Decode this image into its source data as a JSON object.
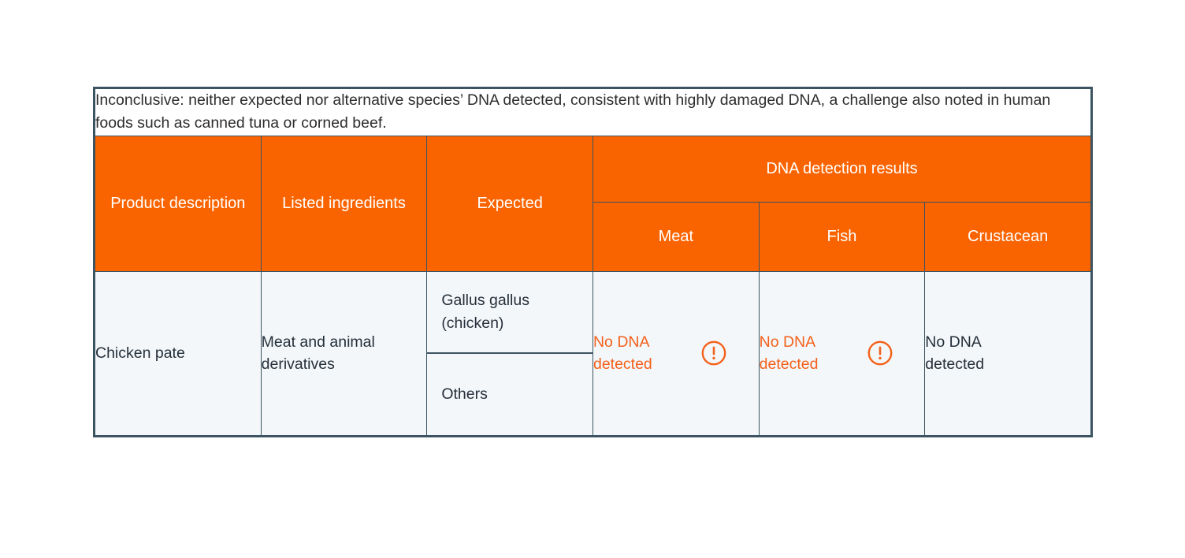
{
  "note": {
    "text": "Inconclusive: neither expected nor alternative species’ DNA detected, consistent with highly damaged DNA, a challenge also noted in human foods such as canned tuna or corned beef."
  },
  "colors": {
    "header_orange": "#FA6400",
    "alert_orange": "#F4601A",
    "border": "#3C5461",
    "cell_background": "#F3F7FA",
    "text_dark": "#25303A",
    "header_text": "#FFFFFF"
  },
  "table": {
    "headers": {
      "product_description": "Product description",
      "listed_ingredients": "Listed ingredients",
      "expected": "Expected",
      "results_group": "DNA detection results",
      "meat": "Meat",
      "fish": "Fish",
      "crustacean": "Crustacean"
    },
    "rows": [
      {
        "product_description": "Chicken pate",
        "listed_ingredients": "Meat and animal derivatives",
        "expected_primary": "Gallus gallus (chicken)",
        "expected_secondary": "Others",
        "results": {
          "meat": {
            "text": "No DNA detected",
            "alert": true,
            "icon": "warning-circle-icon"
          },
          "fish": {
            "text": "No DNA detected",
            "alert": true,
            "icon": "warning-circle-icon"
          },
          "crustacean": {
            "text": "No DNA detected",
            "alert": false,
            "icon": null
          }
        }
      }
    ]
  }
}
